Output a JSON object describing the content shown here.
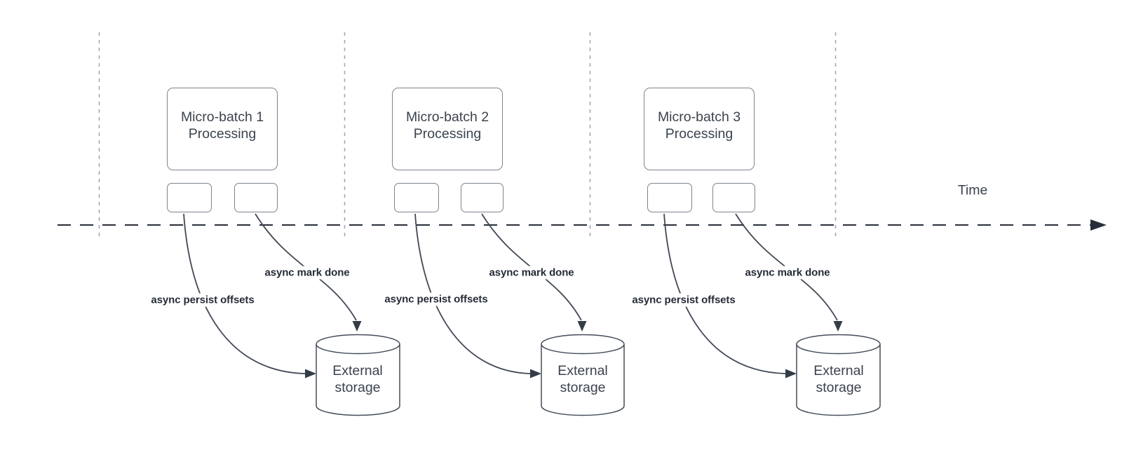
{
  "diagram": {
    "time_axis_label": "Time",
    "groups": [
      {
        "box_label_line1": "Micro-batch 1",
        "box_label_line2": "Processing",
        "persist_arrow_label": "async persist offsets",
        "mark_done_arrow_label": "async mark done",
        "storage_label_line1": "External",
        "storage_label_line2": "storage"
      },
      {
        "box_label_line1": "Micro-batch 2",
        "box_label_line2": "Processing",
        "persist_arrow_label": "async persist offsets",
        "mark_done_arrow_label": "async mark done",
        "storage_label_line1": "External",
        "storage_label_line2": "storage"
      },
      {
        "box_label_line1": "Micro-batch 3",
        "box_label_line2": "Processing",
        "persist_arrow_label": "async persist offsets",
        "mark_done_arrow_label": "async mark done",
        "storage_label_line1": "External",
        "storage_label_line2": "storage"
      }
    ],
    "colors": {
      "background": "#ffffff",
      "box_border": "#7d848e",
      "box_text": "#3a434e",
      "connector_stroke": "#414955",
      "arrowhead_fill": "#343c48",
      "bold_label_text": "#242b36",
      "time_axis": "#272e39",
      "gridline": "#a5a9af",
      "cylinder_stroke": "#454d59"
    }
  }
}
